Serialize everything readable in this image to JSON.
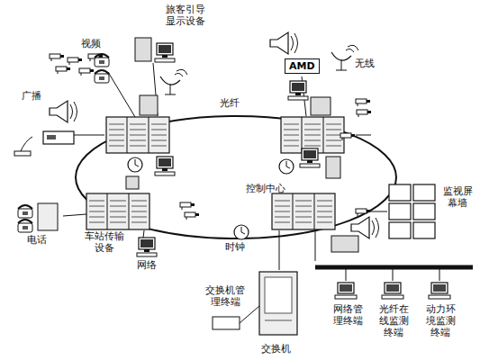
{
  "diagram": {
    "nodes": [
      {
        "text": [
          "AMD"
        ]
      }
    ],
    "labels": [
      "旅客引导显示设备",
      "视频",
      "广播",
      "光纤",
      "无线",
      "控制中心",
      "监视屏幕墙",
      "电话",
      "车站传输设备",
      "网络",
      "时钟",
      "交换机管理终端",
      "网络管理终端",
      "光纤在线监测终端",
      "动力环境监测终端",
      "交换机"
    ]
  }
}
